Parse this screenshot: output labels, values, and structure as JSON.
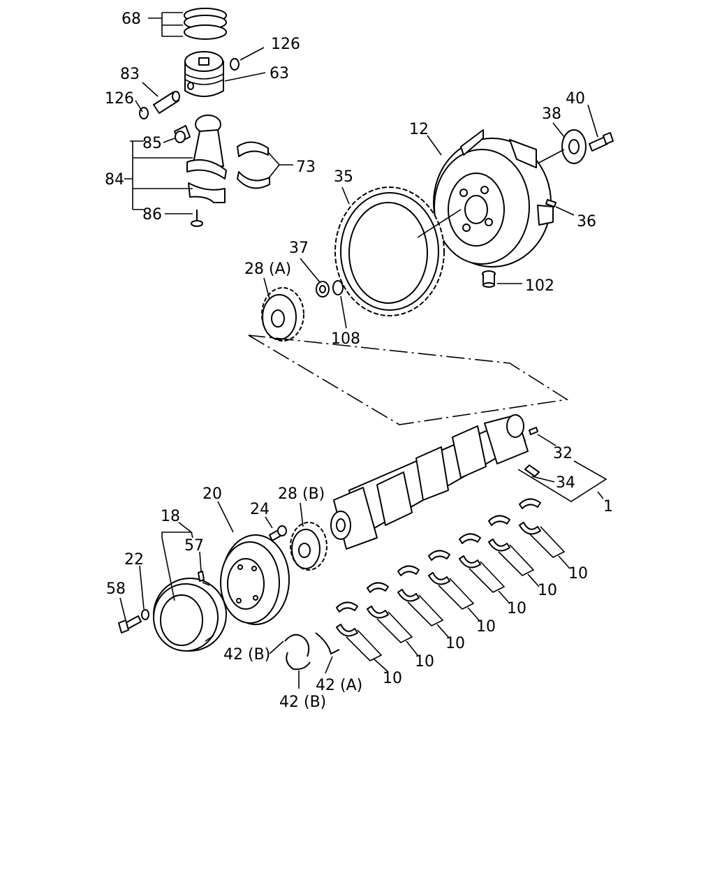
{
  "labels": {
    "l68": "68",
    "l126a": "126",
    "l63": "63",
    "l83": "83",
    "l126b": "126",
    "l85": "85",
    "l84": "84",
    "l73": "73",
    "l86": "86",
    "l12": "12",
    "l38": "38",
    "l40": "40",
    "l35": "35",
    "l36": "36",
    "l37": "37",
    "l28a": "28 (A)",
    "l108": "108",
    "l102": "102",
    "l32": "32",
    "l34": "34",
    "l1": "1",
    "l20": "20",
    "l18": "18",
    "l24": "24",
    "l28b": "28 (B)",
    "l57": "57",
    "l22": "22",
    "l58": "58",
    "l10a": "10",
    "l10b": "10",
    "l10c": "10",
    "l10d": "10",
    "l10e": "10",
    "l10f": "10",
    "l10g": "10",
    "l42b1": "42 (B)",
    "l42a": "42 (A)",
    "l42b2": "42 (B)"
  }
}
